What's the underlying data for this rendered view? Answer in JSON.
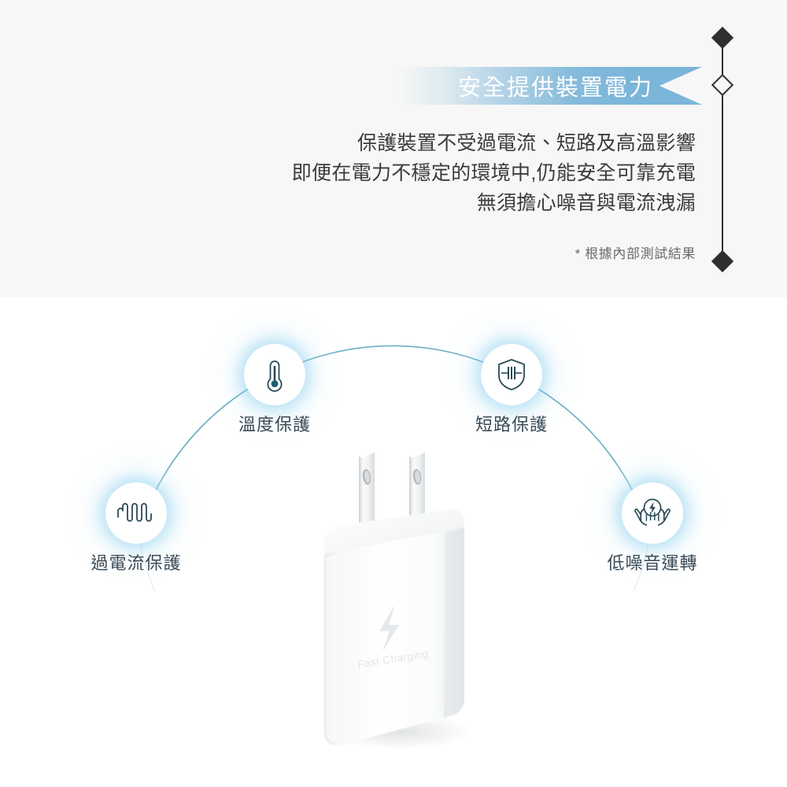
{
  "page": {
    "background_color": "#f7f7f7",
    "panel_color": "#ffffff"
  },
  "banner": {
    "title": "安全提供裝置電力",
    "accent_color": "#7bb5d9",
    "text_color": "#ffffff"
  },
  "headline": {
    "line1": "保護裝置不受過電流、短路及高溫影響",
    "line2": "即便在電力不穩定的環境中,仍能安全可靠充電",
    "line3": "無須擔心噪音與電流洩漏",
    "text_color": "#3b3b3b"
  },
  "footnote": {
    "text": "* 根據內部測試結果",
    "text_color": "#6a6a6a"
  },
  "rail": {
    "line_color": "#2f2f2f",
    "diamonds": [
      "filled",
      "hollow",
      "filled"
    ]
  },
  "diagram": {
    "arc_color": "#5fa9bd",
    "label_color": "#3a4a56",
    "icon_color": "#2b4a56",
    "nodes": [
      {
        "id": "over-current",
        "icon": "current-wave-icon",
        "label": "過電流保護"
      },
      {
        "id": "temperature",
        "icon": "thermometer-icon",
        "label": "溫度保護"
      },
      {
        "id": "short-circuit",
        "icon": "shield-circuit-icon",
        "label": "短路保護"
      },
      {
        "id": "low-noise",
        "icon": "hands-bolt-icon",
        "label": "低噪音運轉"
      }
    ]
  },
  "product": {
    "name": "wall-charger",
    "brand_mark": "Fast Charging",
    "body_color": "#fdfdfd",
    "prong_color": "#e3e6e8"
  }
}
